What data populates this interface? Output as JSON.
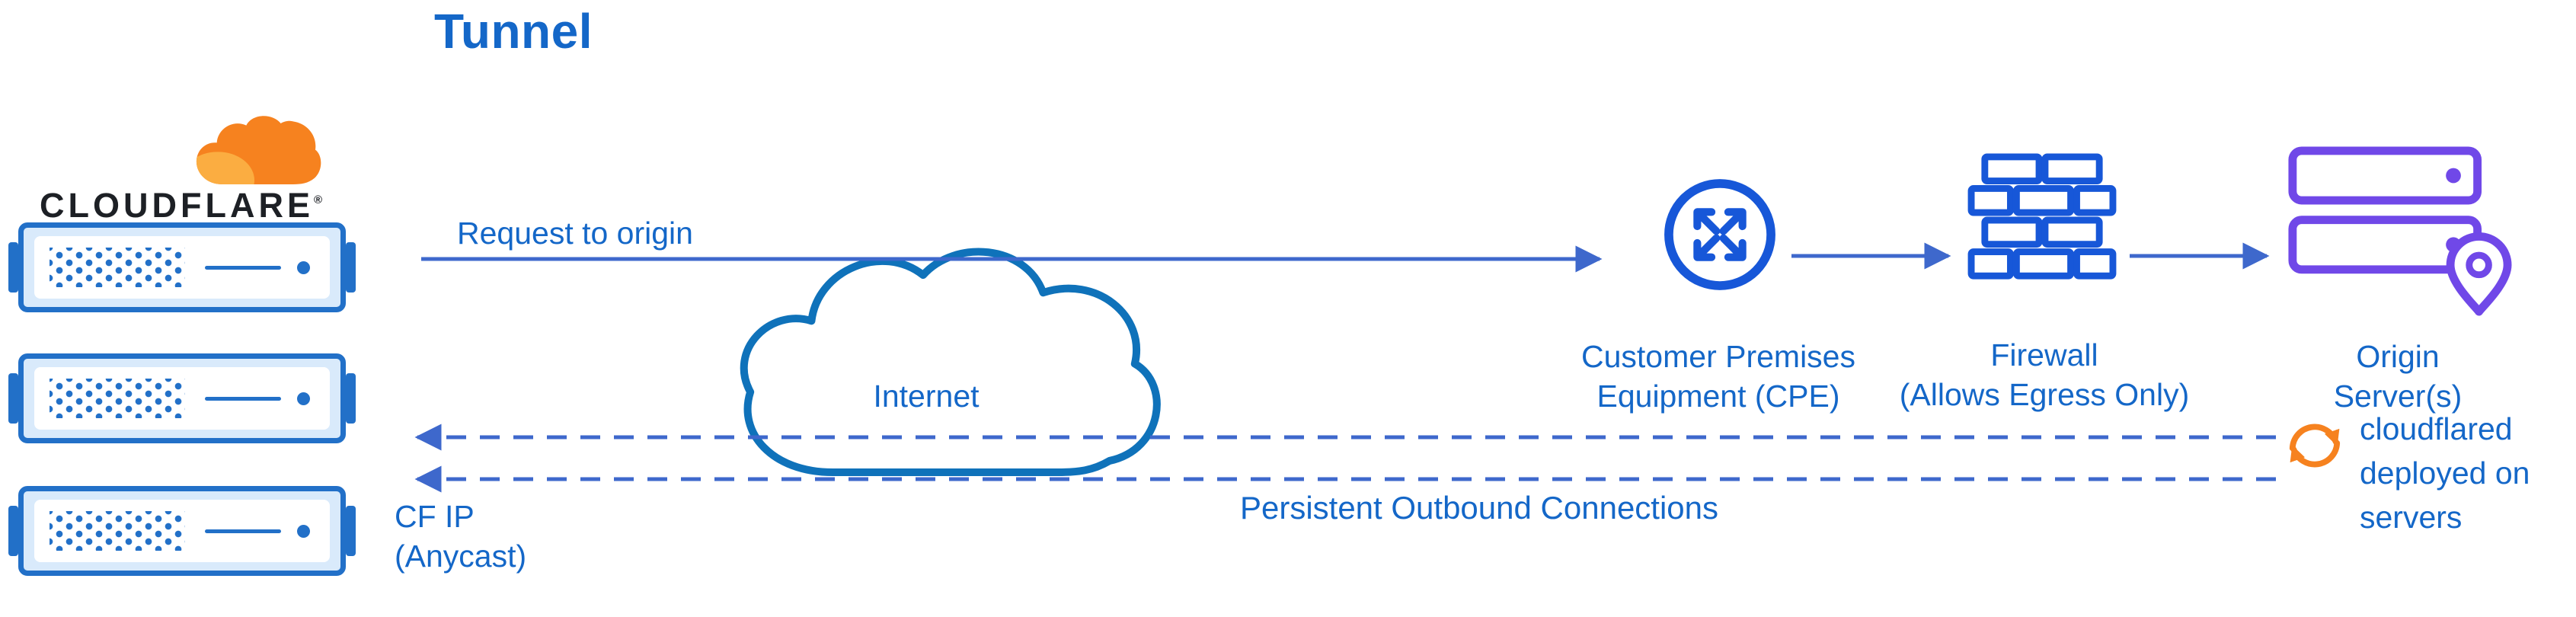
{
  "title": "Tunnel",
  "brand": {
    "wordmark": "CLOUDFLARE",
    "registered": "®"
  },
  "labels": {
    "request_to_origin": "Request to origin",
    "internet": "Internet",
    "cpe": "Customer Premises\nEquipment (CPE)",
    "firewall": "Firewall\n(Allows Egress Only)",
    "origin_servers": "Origin Server(s)",
    "persistent_outbound": "Persistent Outbound Connections",
    "cf_ip": "CF IP\n(Anycast)",
    "cloudflared": "cloudflared\ndeployed on\nservers"
  },
  "icons": {
    "logo": "cloudflare-cloud-icon",
    "edge": "edge-server-icon",
    "internet": "internet-cloud-icon",
    "cpe": "cpe-router-icon",
    "firewall": "firewall-bricks-icon",
    "origin": "origin-server-pin-icon",
    "cloudflared": "sync-arrows-icon"
  },
  "colors": {
    "blue_text": "#1467c8",
    "blue_line": "#3e68cc",
    "blue_icon": "#1757d8",
    "cloud_stroke": "#0f72ba",
    "server_blue": "#2270c8",
    "server_fill": "#d9eafb",
    "purple": "#7048e8",
    "orange": "#f6821f",
    "orange_light": "#fbad41",
    "wordmark_black": "#1d2025"
  }
}
